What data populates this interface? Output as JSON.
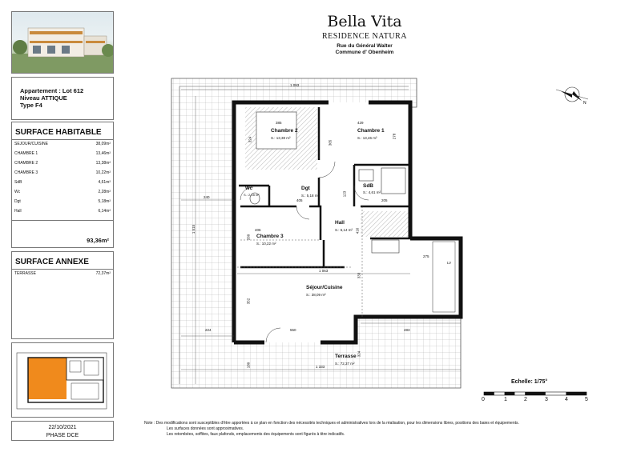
{
  "project": {
    "name": "Bella Vita",
    "residence": "RESIDENCE NATURA",
    "street": "Rue du Général Walter",
    "commune": "Commune d' Obenheim"
  },
  "apartment": {
    "line1": "Appartement : Lot 612",
    "line2": "Niveau ATTIQUE",
    "line3": "Type F4"
  },
  "surface_habitable": {
    "title": "SURFACE HABITABLE",
    "rows": [
      {
        "label": "SEJOUR/CUISINE",
        "value": "38,09m²"
      },
      {
        "label": "CHAMBRE 1",
        "value": "13,46m²"
      },
      {
        "label": "CHAMBRE 2",
        "value": "13,38m²"
      },
      {
        "label": "CHAMBRE 3",
        "value": "10,22m²"
      },
      {
        "label": "SdB",
        "value": "4,61m²"
      },
      {
        "label": "Wc",
        "value": "2,28m²"
      },
      {
        "label": "Dgt",
        "value": "5,18m²"
      },
      {
        "label": "Hall",
        "value": "6,14m²"
      }
    ],
    "total": "93,36m²"
  },
  "surface_annexe": {
    "title": "SURFACE ANNEXE",
    "rows": [
      {
        "label": "TERRASSE",
        "value": "72,37m²"
      }
    ]
  },
  "date": "22/10/2021",
  "phase": "PHASE DCE",
  "rooms": {
    "chambre2": {
      "name": "Chambre 2",
      "area": "S.: 13,38 m²"
    },
    "chambre1": {
      "name": "Chambre 1",
      "area": "S.: 13,46 m²"
    },
    "wc": {
      "name": "Wc",
      "area": "S.: 2,28 m²"
    },
    "dgt": {
      "name": "Dgt",
      "area": "S.: 5,18 m²"
    },
    "sdb": {
      "name": "SdB",
      "area": "S.: 4,61 m²"
    },
    "hall": {
      "name": "Hall",
      "area": "S.: 6,14 m²"
    },
    "chambre3": {
      "name": "Chambre 3",
      "area": "S.: 10,22 m²"
    },
    "sejour": {
      "name": "Séjour/Cuisine",
      "area": "S.: 38,09 m²"
    },
    "terrasse": {
      "name": "Terrasse",
      "area": "S.: 72,37 m²"
    }
  },
  "dimensions": {
    "d1093": "1 093",
    "d385": "385",
    "d429": "429",
    "d324": "324",
    "d365": "365",
    "d278": "278",
    "d240": "240",
    "d405": "405",
    "d123": "123",
    "d205": "205",
    "d1515": "1 515",
    "d406": "406",
    "d260": "260",
    "d416": "416",
    "d275": "275",
    "d1063": "1 063",
    "d333": "333",
    "d352": "352",
    "d224": "224",
    "d550": "550",
    "d483": "483",
    "d324b": "324",
    "d1333": "1 333",
    "d180": "180",
    "lv": "LV"
  },
  "scale": {
    "label": "Echelle: 1/75°",
    "ticks": [
      "0",
      "1",
      "2",
      "3",
      "4",
      "5"
    ]
  },
  "notes": [
    "Note : Des modifications sont susceptibles d'être apportées à ce plan en fonction des nécessités techniques et administratives lors de la réalisation, pour les dimensions libres, positions des baies et équipements.",
    "Les surfaces données sont approximatives.",
    "Les retombées, soffites, faux plafonds, emplacements des équipements sont figurés à titre indicatifs."
  ]
}
